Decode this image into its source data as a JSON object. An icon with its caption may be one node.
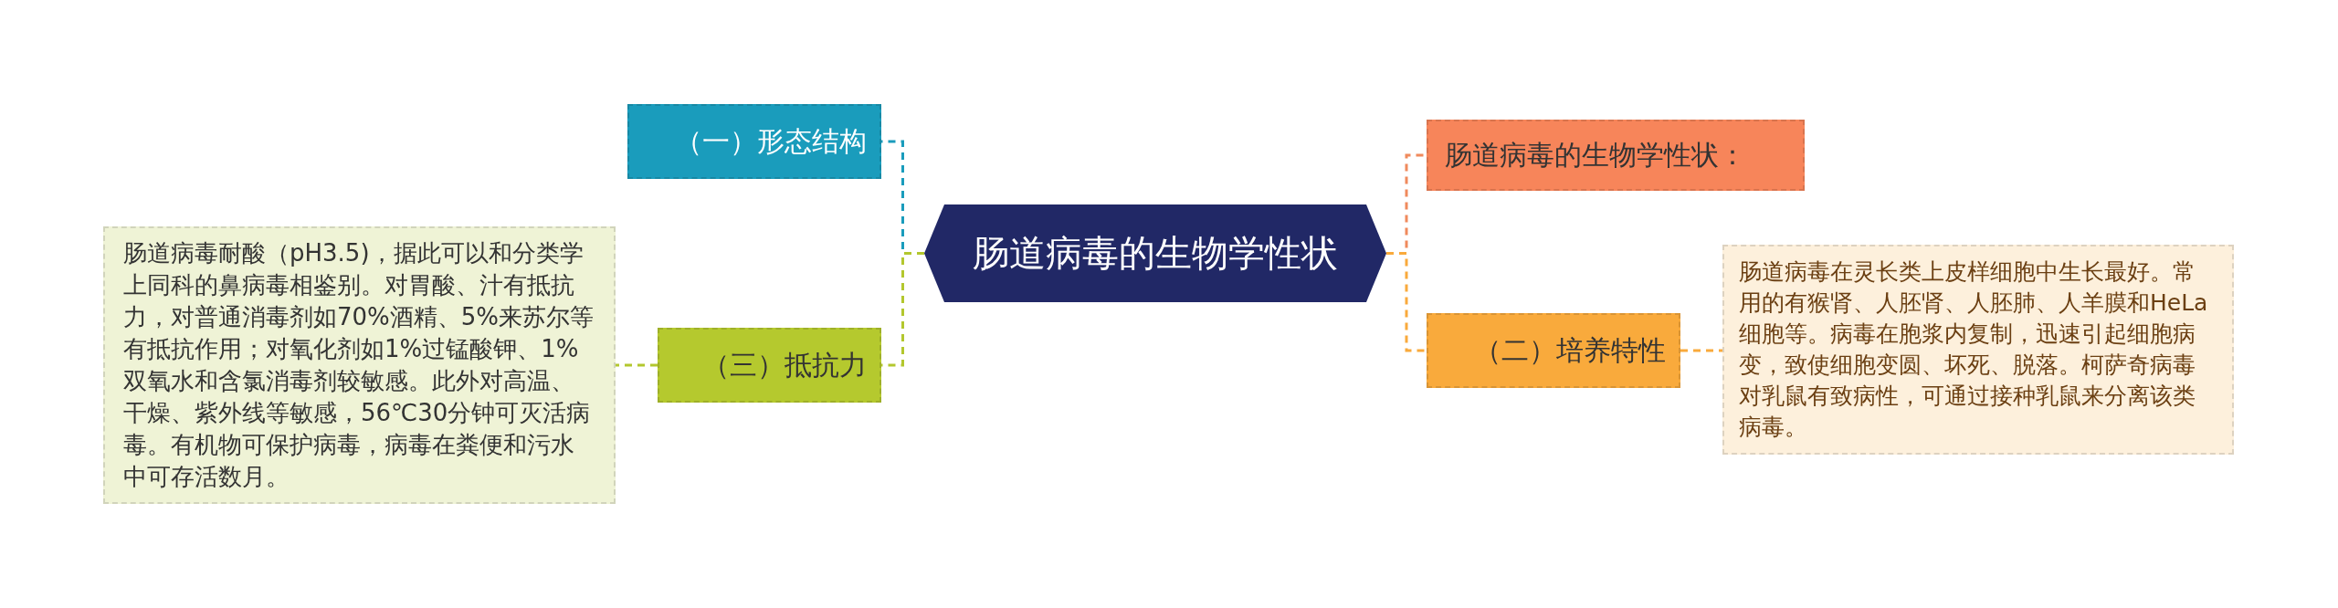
{
  "diagram": {
    "nodes": [
      {
        "text": [
          "肠道病毒的生物学性状"
        ]
      },
      {
        "text": [
          "（一）形态结构"
        ]
      },
      {
        "text": [
          "（三）抵抗力"
        ]
      },
      {
        "text": [
          "肠道病毒耐酸（pH3.5)，据此可以和分类学上同科的鼻病毒相鉴别。对胃酸、汁有抵抗力，对普通消毒剂如70%酒精、5%来苏尔等有抵抗作用；对氧化剂如1%过锰酸钾、1%双氧水和含氯消毒剂较敏感。此外对高温、干燥、紫外线等敏感，56℃30分钟可灭活病毒。有机物可保护病毒，病毒在粪便和污水中可存活数月。"
        ]
      },
      {
        "text": [
          "肠道病毒的生物学性状："
        ]
      },
      {
        "text": [
          "（二）培养特性"
        ]
      },
      {
        "text": [
          "肠道病毒在灵长类上皮样细胞中生长最好。常用的有猴肾、人胚肾、人胚肺、人羊膜和HeLa细胞等。病毒在胞浆内复制，迅速引起细胞病变，致使细胞变圆、坏死、脱落。柯萨奇病毒对乳鼠有致病性，可通过接种乳鼠来分离该类病毒。"
        ]
      }
    ],
    "edges": [
      {
        "from": 0,
        "to": 1,
        "arrow": "none",
        "style": "dashed",
        "color": "#1a9cbc"
      },
      {
        "from": 0,
        "to": 2,
        "arrow": "none",
        "style": "dashed",
        "color": "#b3c72e"
      },
      {
        "from": 2,
        "to": 3,
        "arrow": "none",
        "style": "dashed",
        "color": "#b3c72e"
      },
      {
        "from": 0,
        "to": 4,
        "arrow": "none",
        "style": "dashed",
        "color": "#f08a5d"
      },
      {
        "from": 0,
        "to": 5,
        "arrow": "none",
        "style": "dashed",
        "color": "#f9aa3c"
      },
      {
        "from": 5,
        "to": 6,
        "arrow": "none",
        "style": "dashed",
        "color": "#f9aa3c"
      }
    ]
  }
}
